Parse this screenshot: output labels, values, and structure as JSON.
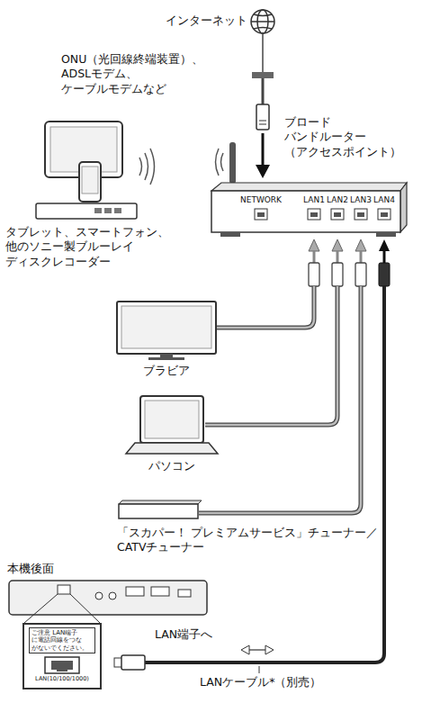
{
  "diagram": {
    "nodes": [
      {
        "text": [
          "NETWORK",
          "LAN1",
          "LAN2",
          "LAN3",
          "LAN4"
        ]
      },
      {
        "text": [
          "LAN(10/100/1000)"
        ]
      },
      {
        "text": [
          "ご注意 LAN端子 に電話回線をつな がないでください。"
        ],
        "in": 1
      }
    ],
    "labels": [
      "インターネット",
      "ONU（光回線終端装置）、 ADSLモデム、 ケーブルモデムなど",
      "ブロード バンドルーター （アクセスポイント）",
      "タブレット、スマートフォン、 他のソニー製ブルーレイ ディスクレコーダー",
      "ブラビア",
      "パソコン",
      "「スカパー！ プレミアムサービス」チューナー／ CATVチューナー",
      "本機後面",
      "LAN端子へ",
      "LANケーブル*（別売）"
    ]
  }
}
